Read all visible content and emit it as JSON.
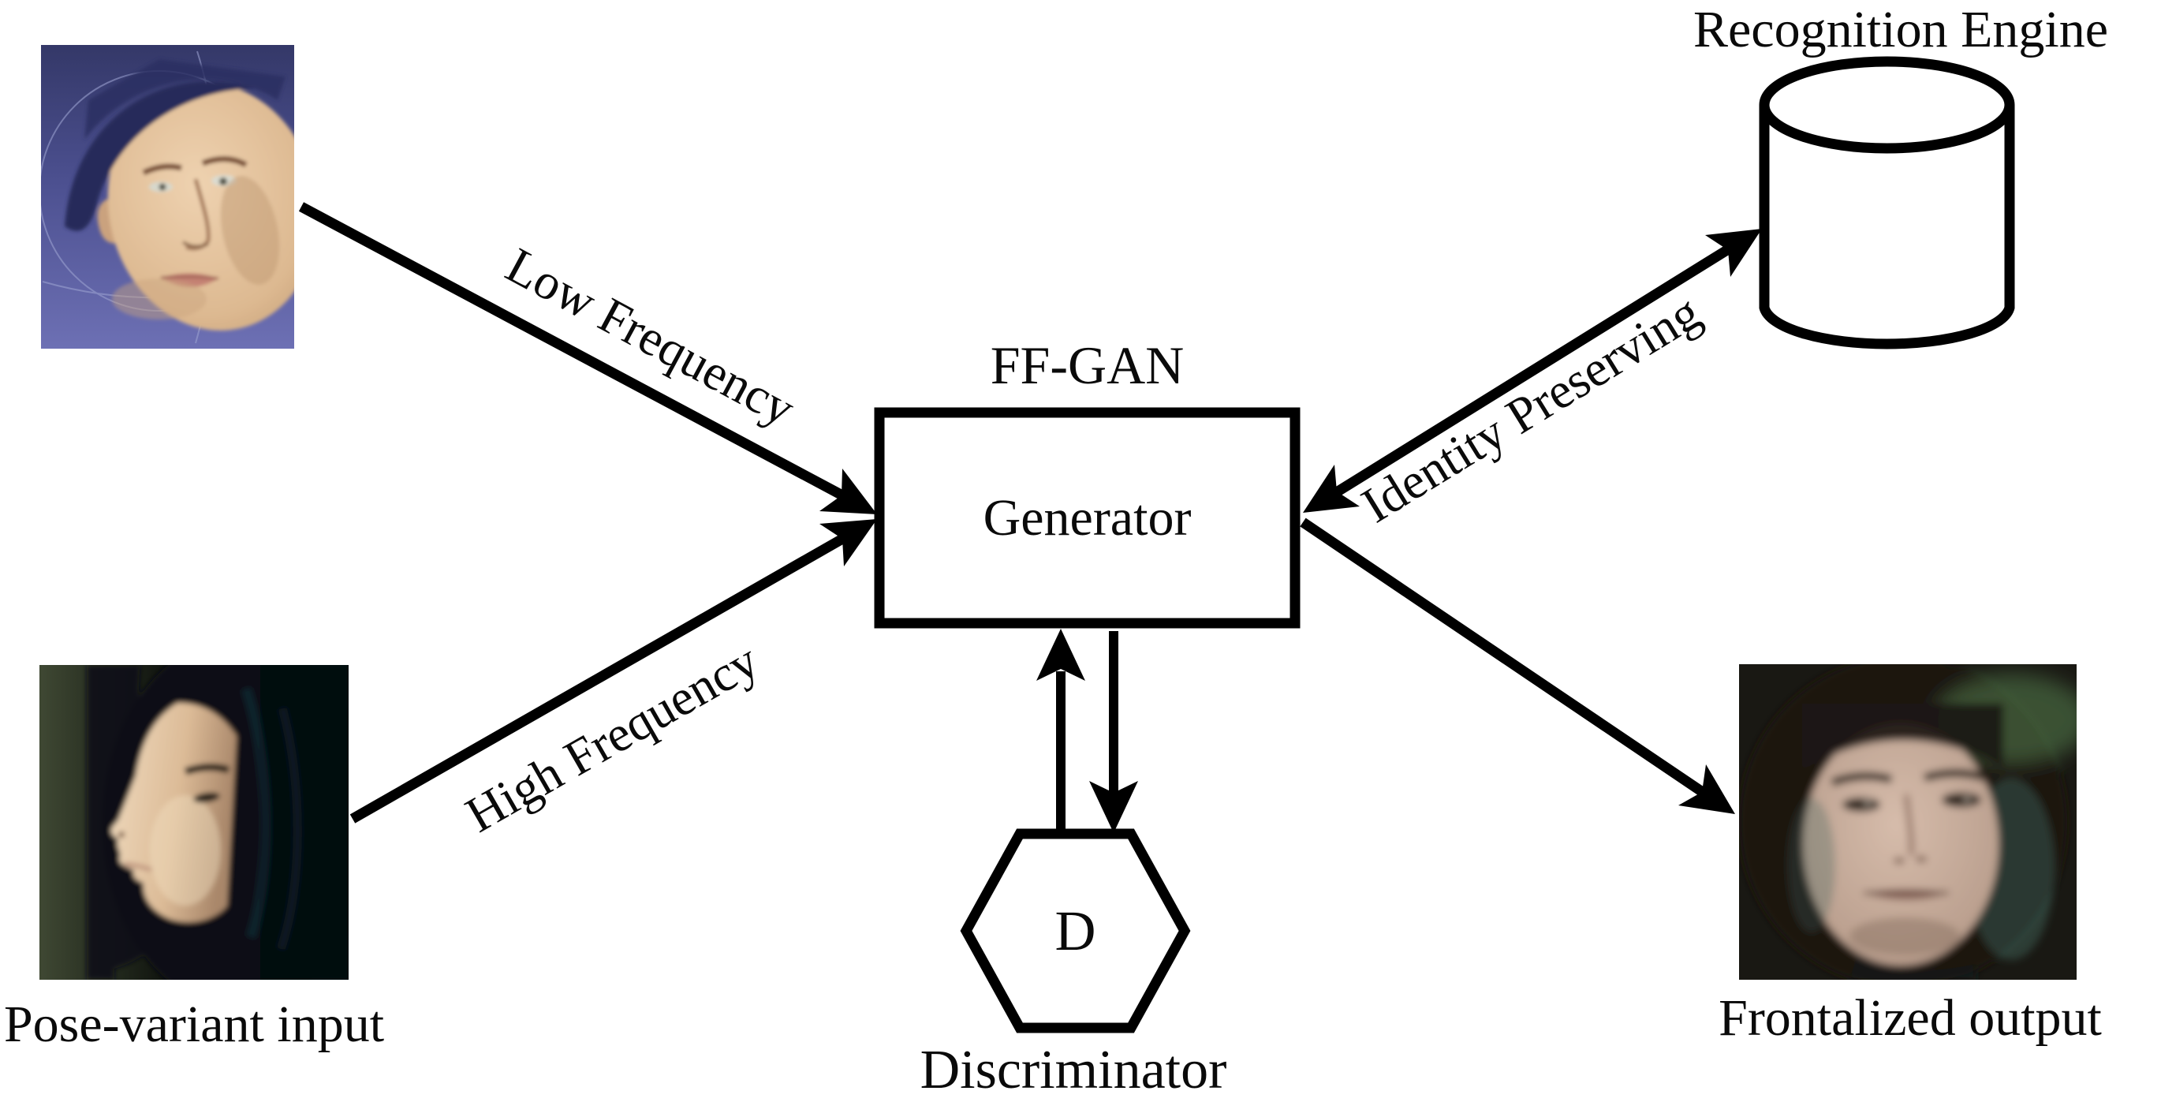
{
  "figure": {
    "background": "#ffffff",
    "ink": "#000000",
    "ffgan_title": "FF-GAN",
    "nodes": {
      "generator": {
        "label": "Generator",
        "shape": "rectangle"
      },
      "discriminator": {
        "symbol": "D",
        "label": "Discriminator",
        "shape": "hexagon"
      },
      "recognition_engine": {
        "label": "Recognition Engine",
        "shape": "cylinder"
      },
      "pose_variant_input": {
        "label": "Pose-variant input",
        "kind": "photo"
      },
      "pose_3d_model": {
        "kind": "photo"
      },
      "frontalized_output": {
        "label": "Frontalized output",
        "kind": "photo"
      }
    },
    "edges": {
      "low_frequency": {
        "label": "Low Frequency",
        "from": "pose-3d-model",
        "to": "generator",
        "heads": 1
      },
      "high_frequency": {
        "label": "High Frequency",
        "from": "pose-variant-input",
        "to": "generator",
        "heads": 1
      },
      "identity_preserving": {
        "label": "Identity Preserving",
        "from": "generator",
        "to": "recognition-engine",
        "heads": 2
      },
      "generator_to_discriminator": {
        "from": "generator",
        "to": "discriminator",
        "heads": 1
      },
      "discriminator_to_generator": {
        "from": "discriminator",
        "to": "generator",
        "heads": 1
      },
      "generator_to_output": {
        "from": "generator",
        "to": "frontalized-output",
        "heads": 1
      }
    }
  }
}
